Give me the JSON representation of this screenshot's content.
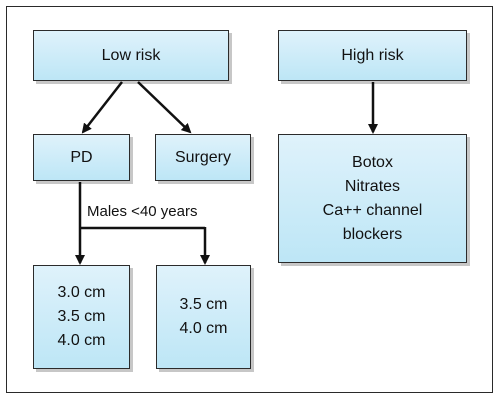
{
  "nodes": {
    "low_risk": "Low risk",
    "high_risk": "High risk",
    "pd": "PD",
    "surgery": "Surgery",
    "high_risk_treatments": [
      "Botox",
      "Nitrates",
      "Ca++ channel",
      "blockers"
    ],
    "pd_sizes": [
      "3.0 cm",
      "3.5 cm",
      "4.0 cm"
    ],
    "males_sizes": [
      "3.5 cm",
      "4.0 cm"
    ]
  },
  "edge_labels": {
    "males_under_40": "Males <40 years"
  },
  "colors": {
    "box_fill_top": "#dff2fb",
    "box_fill_bottom": "#bde6f6",
    "stroke": "#111111"
  }
}
